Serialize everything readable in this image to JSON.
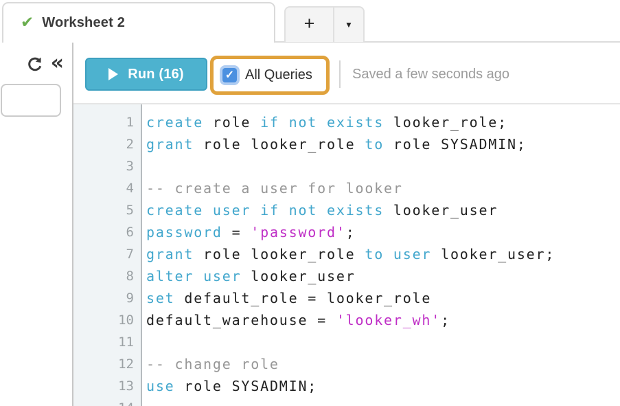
{
  "tab_bar": {
    "active_tab": {
      "label": "Worksheet 2"
    },
    "new_tab_label": "+",
    "tab_menu_label": "▼"
  },
  "icons": {
    "tab_check": "✔",
    "collapse": "«",
    "checkbox_check": "✓"
  },
  "toolbar": {
    "run_label": "Run (16)",
    "all_queries_label": "All Queries",
    "all_queries_checked": true,
    "saved_status": "Saved a few seconds ago"
  },
  "colors": {
    "keyword": "#42a7cd",
    "string": "#bf2fc6",
    "comment": "#979797",
    "plain": "#212121",
    "run_button": "#4db2cf",
    "run_button_border": "#3da0c0",
    "annotation_orange": "#e0a23c",
    "checkbox_blue": "#4b90e0",
    "checkbox_halo": "#b0cdf2",
    "check_green": "#6aae4f",
    "saved_text": "#9c9c9c",
    "gutter_bg": "#f0f4f6",
    "gutter_text": "#9ba1a4"
  },
  "editor": {
    "lines": [
      {
        "tokens": [
          {
            "t": "kw",
            "v": "create"
          },
          {
            "t": "pl",
            "v": " role "
          },
          {
            "t": "kw",
            "v": "if"
          },
          {
            "t": "pl",
            "v": " "
          },
          {
            "t": "kw",
            "v": "not"
          },
          {
            "t": "pl",
            "v": " "
          },
          {
            "t": "kw",
            "v": "exists"
          },
          {
            "t": "pl",
            "v": " looker_role;"
          }
        ]
      },
      {
        "tokens": [
          {
            "t": "kw",
            "v": "grant"
          },
          {
            "t": "pl",
            "v": " role looker_role "
          },
          {
            "t": "kw",
            "v": "to"
          },
          {
            "t": "pl",
            "v": " role SYSADMIN;"
          }
        ]
      },
      {
        "tokens": []
      },
      {
        "tokens": [
          {
            "t": "com",
            "v": "-- create a user for looker"
          }
        ]
      },
      {
        "tokens": [
          {
            "t": "kw",
            "v": "create"
          },
          {
            "t": "pl",
            "v": " "
          },
          {
            "t": "kw",
            "v": "user"
          },
          {
            "t": "pl",
            "v": " "
          },
          {
            "t": "kw",
            "v": "if"
          },
          {
            "t": "pl",
            "v": " "
          },
          {
            "t": "kw",
            "v": "not"
          },
          {
            "t": "pl",
            "v": " "
          },
          {
            "t": "kw",
            "v": "exists"
          },
          {
            "t": "pl",
            "v": " looker_user"
          }
        ]
      },
      {
        "tokens": [
          {
            "t": "kw",
            "v": "password"
          },
          {
            "t": "pl",
            "v": " = "
          },
          {
            "t": "str",
            "v": "'password'"
          },
          {
            "t": "pl",
            "v": ";"
          }
        ]
      },
      {
        "tokens": [
          {
            "t": "kw",
            "v": "grant"
          },
          {
            "t": "pl",
            "v": " role looker_role "
          },
          {
            "t": "kw",
            "v": "to"
          },
          {
            "t": "pl",
            "v": " "
          },
          {
            "t": "kw",
            "v": "user"
          },
          {
            "t": "pl",
            "v": " looker_user;"
          }
        ]
      },
      {
        "tokens": [
          {
            "t": "kw",
            "v": "alter"
          },
          {
            "t": "pl",
            "v": " "
          },
          {
            "t": "kw",
            "v": "user"
          },
          {
            "t": "pl",
            "v": " looker_user"
          }
        ]
      },
      {
        "tokens": [
          {
            "t": "kw",
            "v": "set"
          },
          {
            "t": "pl",
            "v": " default_role = looker_role"
          }
        ]
      },
      {
        "tokens": [
          {
            "t": "pl",
            "v": "default_warehouse = "
          },
          {
            "t": "str",
            "v": "'looker_wh'"
          },
          {
            "t": "pl",
            "v": ";"
          }
        ]
      },
      {
        "tokens": []
      },
      {
        "tokens": [
          {
            "t": "com",
            "v": "-- change role"
          }
        ]
      },
      {
        "tokens": [
          {
            "t": "kw",
            "v": "use"
          },
          {
            "t": "pl",
            "v": " role SYSADMIN;"
          }
        ]
      },
      {
        "tokens": []
      }
    ]
  }
}
